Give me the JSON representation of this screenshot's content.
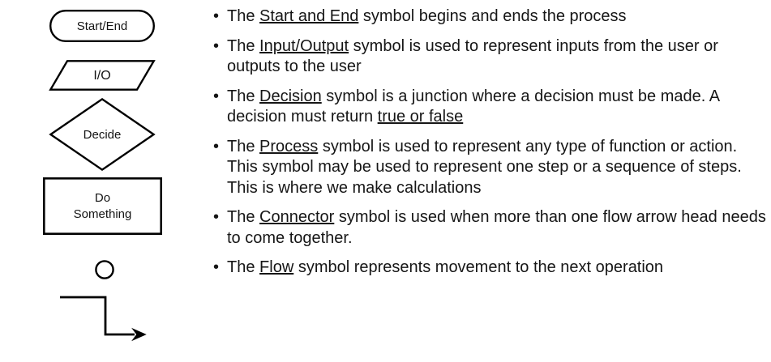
{
  "symbols": [
    {
      "name": "start-end",
      "label": "Start/End",
      "shape": "rounded-rectangle"
    },
    {
      "name": "input-output",
      "label": "I/O",
      "shape": "parallelogram"
    },
    {
      "name": "decision",
      "label": "Decide",
      "shape": "diamond"
    },
    {
      "name": "process",
      "label": "Do\nSomething",
      "label_line1": "Do",
      "label_line2": "Something",
      "shape": "rectangle"
    },
    {
      "name": "connector",
      "label": "",
      "shape": "circle"
    },
    {
      "name": "flow",
      "label": "",
      "shape": "arrow"
    }
  ],
  "bullets": [
    {
      "marker": "•",
      "parts": [
        {
          "text": "The ",
          "underline": false
        },
        {
          "text": "Start and End",
          "underline": true
        },
        {
          "text": " symbol begins and ends the process",
          "underline": false
        }
      ]
    },
    {
      "marker": "•",
      "parts": [
        {
          "text": "The ",
          "underline": false
        },
        {
          "text": "Input/Output",
          "underline": true
        },
        {
          "text": " symbol is used to represent inputs from the user or outputs to the user",
          "underline": false
        }
      ]
    },
    {
      "marker": "•",
      "parts": [
        {
          "text": "The ",
          "underline": false
        },
        {
          "text": "Decision",
          "underline": true
        },
        {
          "text": " symbol is a junction where a decision must be made. A decision must return ",
          "underline": false
        },
        {
          "text": "true or false",
          "underline": true
        }
      ]
    },
    {
      "marker": "•",
      "parts": [
        {
          "text": "The ",
          "underline": false
        },
        {
          "text": "Process",
          "underline": true
        },
        {
          "text": " symbol is used to represent any type of function or action. This symbol may be used to represent one step or a sequence of steps. This is where we make calculations",
          "underline": false
        }
      ]
    },
    {
      "marker": "•",
      "parts": [
        {
          "text": "The ",
          "underline": false
        },
        {
          "text": "Connector",
          "underline": true
        },
        {
          "text": " symbol is used when more than one flow arrow head needs to come together.",
          "underline": false
        }
      ]
    },
    {
      "marker": "•",
      "parts": [
        {
          "text": "The ",
          "underline": false
        },
        {
          "text": "Flow",
          "underline": true
        },
        {
          "text": " symbol represents movement to the next operation",
          "underline": false
        }
      ]
    }
  ],
  "colors": {
    "background": "#ffffff",
    "text": "#161616",
    "stroke": "#000000"
  }
}
